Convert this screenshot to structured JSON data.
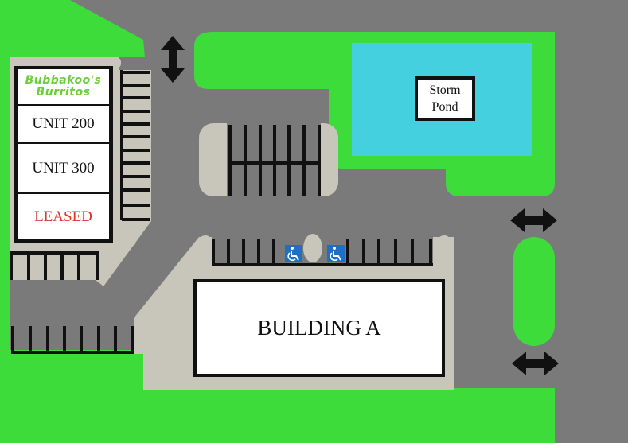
{
  "buildings": {
    "tenant_logo": [
      "Bubbakoo's",
      "Burritos"
    ],
    "unit_200": "UNIT 200",
    "unit_300": "UNIT 300",
    "leased": "LEASED",
    "building_a": "BUILDING A"
  },
  "pond": {
    "line1": "Storm",
    "line2": "Pond"
  },
  "colors": {
    "road": "#7a7a7a",
    "grass": "#3ddc3a",
    "walkway": "#c8c6bb",
    "water": "#45d0e0",
    "building": "#ffffff",
    "line": "#111111",
    "leased_text": "#e03030",
    "handicap": "#1f6fc6"
  },
  "icons": [
    "accessible-parking-icon",
    "two-way-arrow-icon"
  ]
}
